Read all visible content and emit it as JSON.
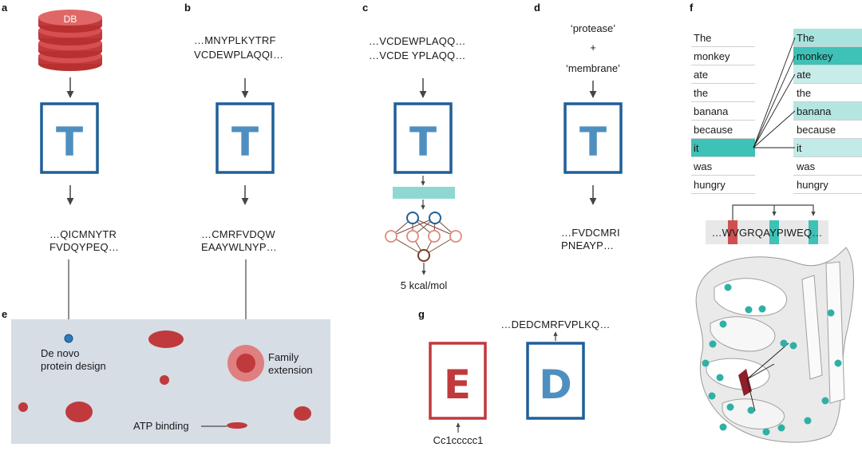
{
  "panels": {
    "a": {
      "label": "a",
      "db_label": "DB",
      "block": "T",
      "output_lines": [
        "…QICMNYTR",
        "FVDQYPEQ…"
      ]
    },
    "b": {
      "label": "b",
      "input_lines": [
        "…MNYPLKYTRF",
        "VCDEWPLAQQI…"
      ],
      "block": "T",
      "output_lines": [
        "…CMRFVDQW",
        "EAAYWLNYP…"
      ]
    },
    "c": {
      "label": "c",
      "input_lines": [
        "…VCDEWPLAQQ…",
        "…VCDE YPLAQQ…"
      ],
      "block": "T",
      "output": "5 kcal/mol"
    },
    "d": {
      "label": "d",
      "prompt_1": "‘protease’",
      "plus": "+",
      "prompt_2": "‘membrane’",
      "block": "T",
      "output_lines": [
        "…FVDCMRI",
        "PNEAYP…"
      ]
    },
    "e": {
      "label": "e",
      "annotations": {
        "de_novo": [
          "De novo",
          "protein design"
        ],
        "family": [
          "Family",
          "extension"
        ],
        "atp": "ATP binding"
      }
    },
    "f": {
      "label": "f",
      "words": [
        "The",
        "monkey",
        "ate",
        "the",
        "banana",
        "because",
        "it",
        "was",
        "hungry"
      ],
      "sequence": "…WVGRQAYPIWEQ…"
    },
    "g": {
      "label": "g",
      "encoder": "E",
      "decoder": "D",
      "input": "Cc1ccccc1",
      "output": "…DEDCMRFVPLKQ…"
    }
  },
  "colors": {
    "blue": "#1f5f99",
    "blue_letter": "#4f8fc0",
    "red": "#c0393d",
    "red_light": "#e07f7f",
    "teal": "#3ec1b6",
    "panel_e_bg": "#d6dde5",
    "arrow": "#444444"
  }
}
